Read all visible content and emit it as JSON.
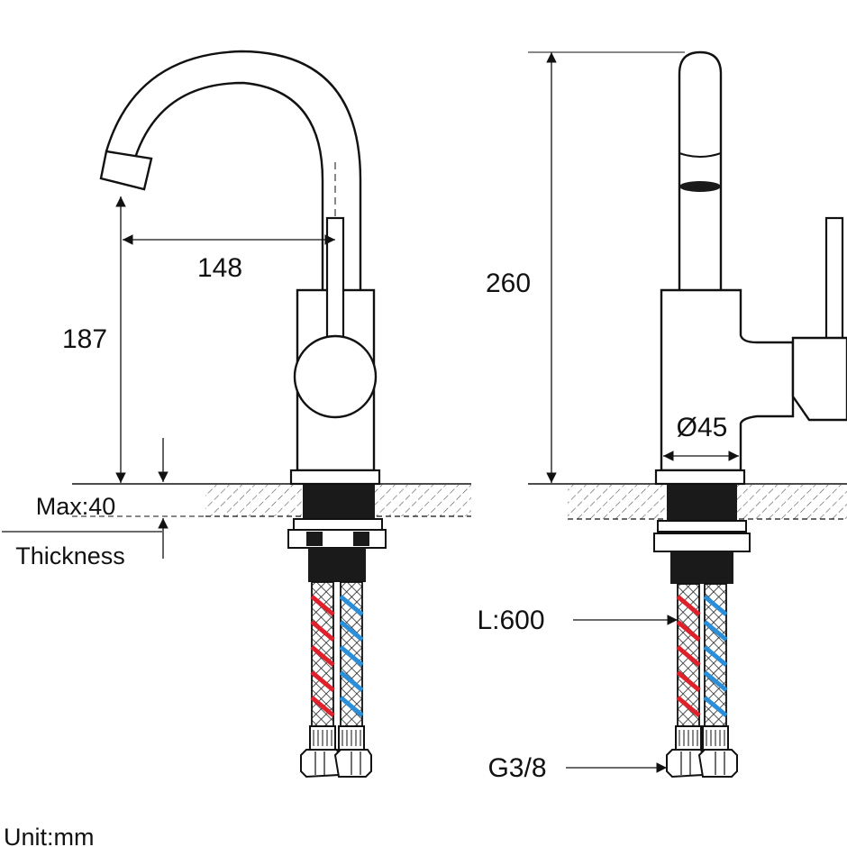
{
  "labels": {
    "spout_reach": "148",
    "spout_height": "187",
    "total_height": "260",
    "body_diameter": "Ø45",
    "max_thickness": "Max:40",
    "thickness": "Thickness",
    "hose_length": "L:600",
    "thread": "G3/8",
    "unit": "Unit:mm"
  },
  "colors": {
    "line": "#111111",
    "hot_hose": "#e0202a",
    "cold_hose": "#2a8fd8",
    "thread_fill": "#1a1a1a"
  }
}
